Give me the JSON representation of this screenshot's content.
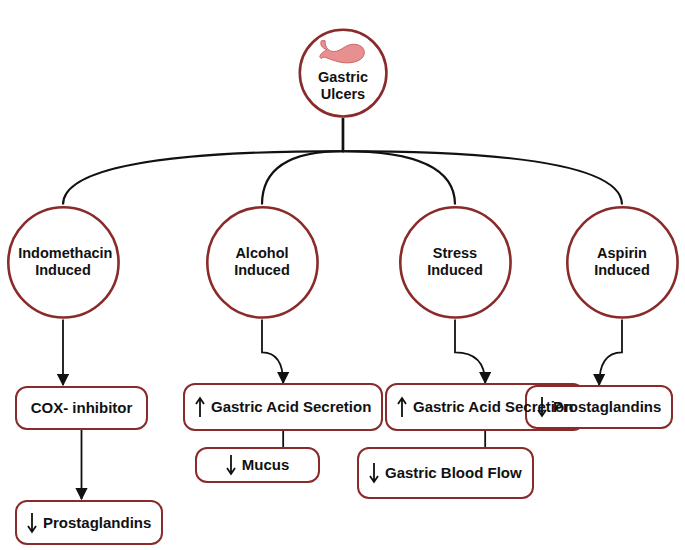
{
  "diagram": {
    "nodes": [
      {
        "text": [
          "Gastric Ulcers"
        ]
      },
      {
        "text": [
          "Indomethacin Induced"
        ]
      },
      {
        "text": [
          "Alcohol Induced"
        ]
      },
      {
        "text": [
          "Stress Induced"
        ]
      },
      {
        "text": [
          "Aspirin Induced"
        ]
      },
      {
        "text": [
          "COX- inhibitor"
        ]
      },
      {
        "text": [
          "Gastric Acid Secretion"
        ]
      },
      {
        "text": [
          "Mucus"
        ]
      },
      {
        "text": [
          "Gastric Acid Secretion"
        ]
      },
      {
        "text": [
          "Gastric Blood Flow"
        ]
      },
      {
        "text": [
          "Prostaglandins"
        ]
      },
      {
        "text": [
          "Prostaglandins"
        ]
      }
    ],
    "edges": [
      {
        "from": 0,
        "to": 1,
        "arrow": "none"
      },
      {
        "from": 0,
        "to": 2,
        "arrow": "none"
      },
      {
        "from": 0,
        "to": 3,
        "arrow": "none"
      },
      {
        "from": 0,
        "to": 4,
        "arrow": "none"
      },
      {
        "from": 1,
        "to": 5,
        "arrow": "to"
      },
      {
        "from": 5,
        "to": 11,
        "arrow": "to"
      },
      {
        "from": 2,
        "to": 6,
        "arrow": "to"
      },
      {
        "from": 6,
        "to": 7,
        "arrow": "none"
      },
      {
        "from": 3,
        "to": 8,
        "arrow": "to"
      },
      {
        "from": 8,
        "to": 9,
        "arrow": "none"
      },
      {
        "from": 4,
        "to": 10,
        "arrow": "to"
      }
    ]
  }
}
